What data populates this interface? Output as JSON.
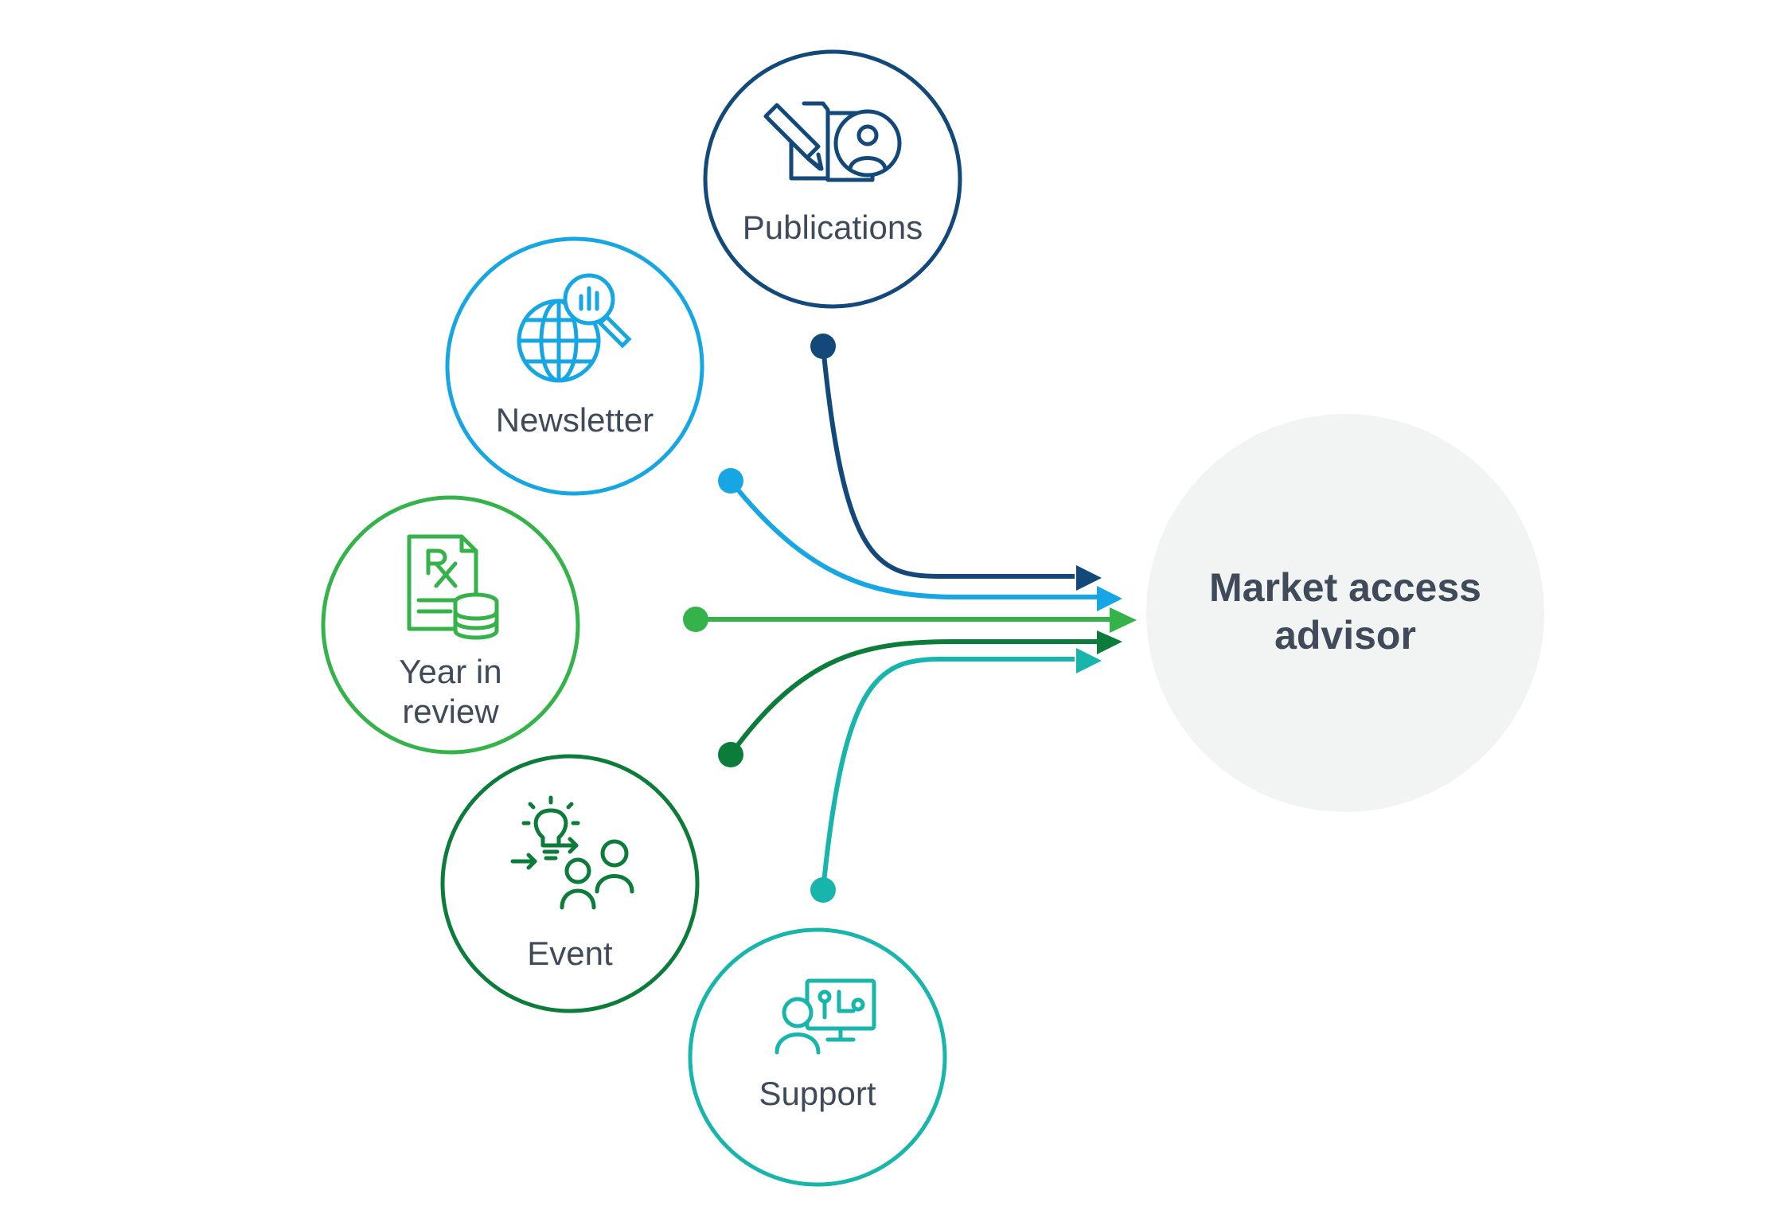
{
  "hub": {
    "label_line1": "Market access",
    "label_line2": "advisor",
    "color": "#f2f3f3"
  },
  "nodes": [
    {
      "id": "publications",
      "label_line1": "Publications",
      "label_line2": "",
      "color": "#12497a",
      "icon": "document-pencil-person-icon"
    },
    {
      "id": "newsletter",
      "label_line1": "Newsletter",
      "label_line2": "",
      "color": "#16a6e3",
      "icon": "globe-magnifier-icon"
    },
    {
      "id": "year-in-review",
      "label_line1": "Year in",
      "label_line2": "review",
      "color": "#35b34a",
      "icon": "rx-document-coins-icon"
    },
    {
      "id": "event",
      "label_line1": "Event",
      "label_line2": "",
      "color": "#0c7c3a",
      "icon": "lightbulb-people-icon"
    },
    {
      "id": "support",
      "label_line1": "Support",
      "label_line2": "",
      "color": "#17b5ab",
      "icon": "person-monitor-icon"
    }
  ]
}
